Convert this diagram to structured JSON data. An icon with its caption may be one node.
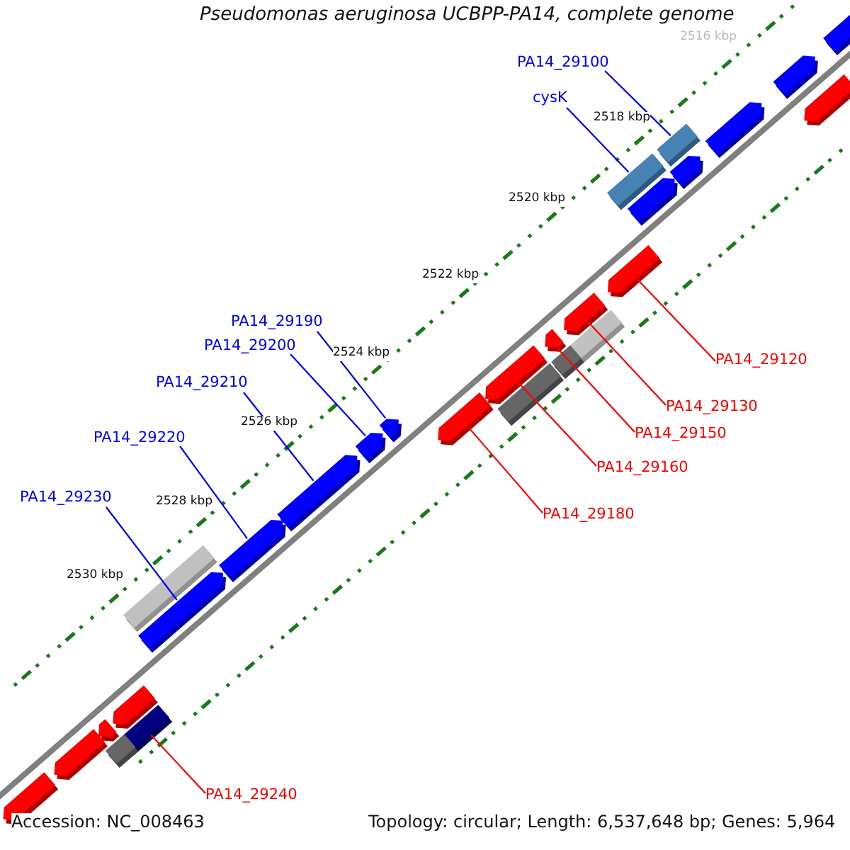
{
  "diagram": {
    "title": "Pseudomonas aeruginosa UCBPP-PA14, complete genome",
    "nodes": [
      {
        "text": [
          "PA14_29100"
        ]
      },
      {
        "text": [
          "cysK"
        ]
      },
      {
        "text": [
          "PA14_29190"
        ]
      },
      {
        "text": [
          "PA14_29200"
        ]
      },
      {
        "text": [
          "PA14_29120"
        ]
      },
      {
        "text": [
          "PA14_29210"
        ]
      },
      {
        "text": [
          "PA14_29130"
        ]
      },
      {
        "text": [
          "PA14_29150"
        ]
      },
      {
        "text": [
          "PA14_29220"
        ]
      },
      {
        "text": [
          "PA14_29160"
        ]
      },
      {
        "text": [
          "PA14_29230"
        ]
      },
      {
        "text": [
          "PA14_29180"
        ]
      },
      {
        "text": [
          "PA14_29240"
        ]
      },
      {
        "text": [],
        "shape": "bar"
      },
      {
        "text": [],
        "shape": "bar"
      },
      {
        "text": [],
        "shape": "bar"
      },
      {
        "text": [],
        "shape": "bar"
      },
      {
        "text": [],
        "shape": "bar"
      },
      {
        "text": [],
        "shape": "bar"
      },
      {
        "text": [],
        "shape": "bar"
      },
      {
        "text": [],
        "shape": "bar"
      },
      {
        "text": [],
        "shape": "bar"
      },
      {
        "text": [],
        "shape": "bar"
      },
      {
        "text": [],
        "shape": "bar"
      },
      {
        "text": [],
        "shape": "bar"
      },
      {
        "text": [],
        "shape": "bar"
      },
      {
        "text": [],
        "shape": "bar"
      },
      {
        "text": [],
        "shape": "bar"
      },
      {
        "text": [],
        "shape": "bar"
      },
      {
        "text": [],
        "shape": "bar"
      },
      {
        "text": [],
        "shape": "bar"
      },
      {
        "text": [],
        "shape": "bar"
      },
      {
        "text": [],
        "shape": "bar"
      },
      {
        "text": [],
        "shape": "bar"
      },
      {
        "text": [],
        "shape": "bar"
      },
      {
        "text": [],
        "shape": "bar"
      },
      {
        "text": [],
        "shape": "bar"
      },
      {
        "text": [],
        "shape": "bar"
      },
      {
        "text": [],
        "shape": "bar"
      },
      {
        "text": [],
        "shape": "bar"
      },
      {
        "text": [],
        "shape": "bar"
      }
    ],
    "edges": [
      {
        "from": 0,
        "to": 17,
        "arrow": "none"
      },
      {
        "from": 1,
        "to": 19,
        "arrow": "none"
      },
      {
        "from": 2,
        "to": 29,
        "arrow": "none"
      },
      {
        "from": 3,
        "to": 30,
        "arrow": "none"
      },
      {
        "from": 4,
        "to": 21,
        "arrow": "none",
        "color": "#ff0000"
      },
      {
        "from": 5,
        "to": 31,
        "arrow": "none"
      },
      {
        "from": 6,
        "to": 22,
        "arrow": "none",
        "color": "#ff0000"
      },
      {
        "from": 7,
        "to": 23,
        "arrow": "none",
        "color": "#ff0000"
      },
      {
        "from": 8,
        "to": 32,
        "arrow": "none"
      },
      {
        "from": 9,
        "to": 26,
        "arrow": "none",
        "color": "#ff0000"
      },
      {
        "from": 10,
        "to": 34,
        "arrow": "none"
      },
      {
        "from": 11,
        "to": 28,
        "arrow": "none",
        "color": "#ff0000"
      },
      {
        "from": 12,
        "to": 37,
        "arrow": "none",
        "color": "#ff0000"
      }
    ],
    "labels": [
      "2516 kbp",
      "2518 kbp",
      "2520 kbp",
      "2522 kbp",
      "2524 kbp",
      "2526 kbp",
      "2528 kbp",
      "2530 kbp",
      "Accession: NC_008463",
      "Topology: circular; Length: 6,537,648 bp; Genes: 5,964"
    ]
  }
}
